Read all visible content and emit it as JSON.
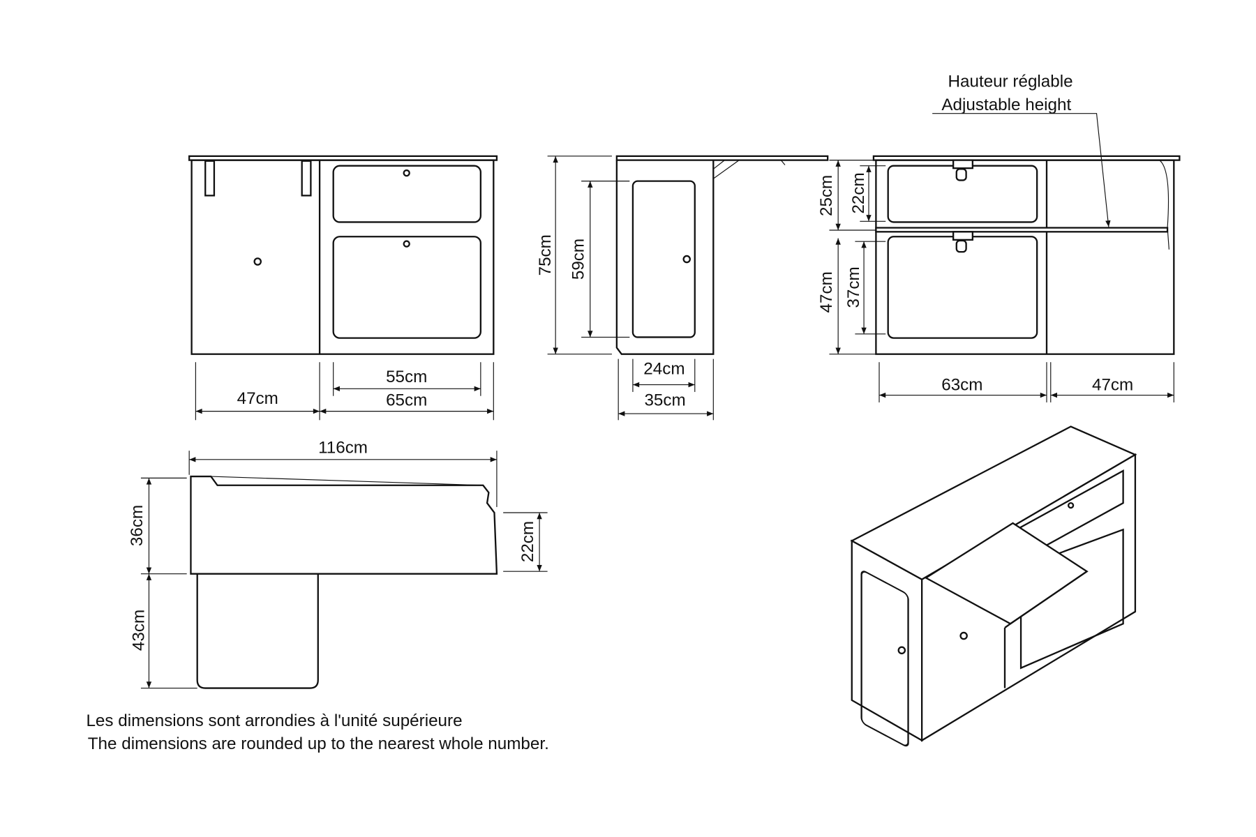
{
  "title": "Cabinet dimension drawing",
  "front_view": {
    "dim_left": "47cm",
    "dim_drawer": "55cm",
    "dim_right": "65cm"
  },
  "side_view": {
    "dim_height": "75cm",
    "dim_door_height": "59cm",
    "dim_door_width": "24cm",
    "dim_depth": "35cm"
  },
  "back_view": {
    "label_fr": "Hauteur réglable",
    "label_en": "Adjustable height",
    "dim_upper": "25cm",
    "dim_upper_drawer": "22cm",
    "dim_lower": "47cm",
    "dim_lower_drawer": "37cm",
    "dim_left_width": "63cm",
    "dim_right_width": "47cm"
  },
  "top_view": {
    "dim_total_width": "116cm",
    "dim_depth": "36cm",
    "dim_extension": "43cm",
    "dim_side": "22cm"
  },
  "notes": {
    "fr": "Les dimensions sont arrondies à l'unité supérieure",
    "en": "The dimensions are rounded up to the nearest whole number."
  }
}
